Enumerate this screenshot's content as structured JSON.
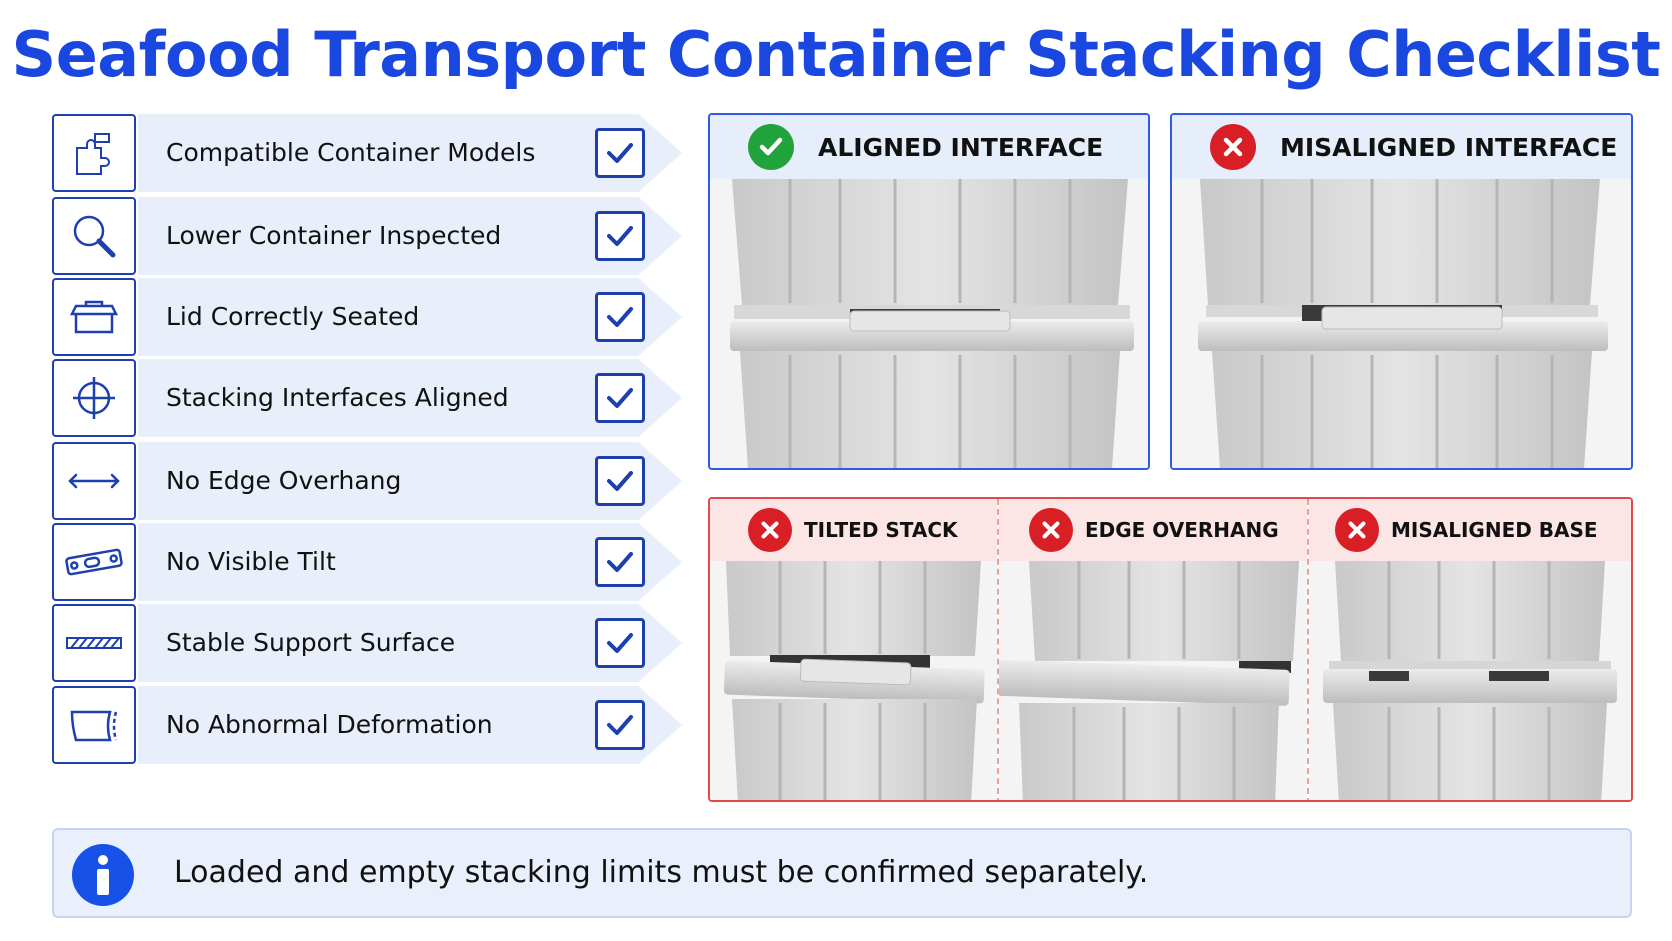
{
  "title": "Seafood Transport Container Stacking Checklist",
  "checklist": [
    {
      "label": "Compatible Container Models",
      "icon": "puzzle-icon",
      "checked": true
    },
    {
      "label": "Lower Container Inspected",
      "icon": "magnifier-icon",
      "checked": true
    },
    {
      "label": "Lid Correctly Seated",
      "icon": "container-lid-icon",
      "checked": true
    },
    {
      "label": "Stacking Interfaces Aligned",
      "icon": "crosshair-icon",
      "checked": true
    },
    {
      "label": "No Edge Overhang",
      "icon": "double-arrow-icon",
      "checked": true
    },
    {
      "label": "No Visible Tilt",
      "icon": "spirit-level-icon",
      "checked": true
    },
    {
      "label": "Stable Support Surface",
      "icon": "hatched-surface-icon",
      "checked": true
    },
    {
      "label": "No Abnormal Deformation",
      "icon": "deformed-box-icon",
      "checked": true
    }
  ],
  "panels": {
    "aligned": {
      "label": "ALIGNED INTERFACE",
      "status": "correct"
    },
    "misaligned": {
      "label": "MISALIGNED INTERFACE",
      "status": "incorrect"
    },
    "errors": [
      {
        "label": "TILTED STACK",
        "status": "incorrect"
      },
      {
        "label": "EDGE OVERHANG",
        "status": "incorrect"
      },
      {
        "label": "MISALIGNED BASE",
        "status": "incorrect"
      }
    ]
  },
  "note": {
    "icon": "info-icon",
    "text": "Loaded and empty stacking limits must be confirmed separately."
  },
  "colors": {
    "title": "#1a47e0",
    "accent": "#1e40af",
    "ok": "#1fa33a",
    "bad": "#d81f26"
  }
}
